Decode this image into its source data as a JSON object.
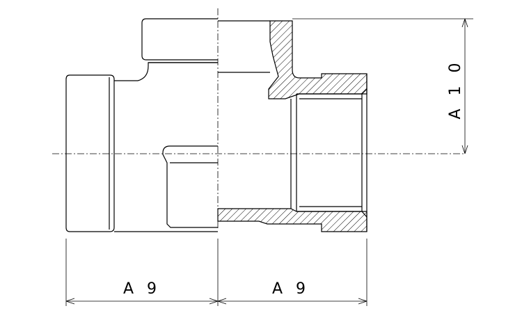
{
  "drawing": {
    "dimensions": {
      "left_width": "A 9",
      "right_width": "A 9",
      "height": "A 1 0"
    },
    "colors": {
      "line": "#000000",
      "hatch": "#000000",
      "background": "#ffffff"
    }
  }
}
